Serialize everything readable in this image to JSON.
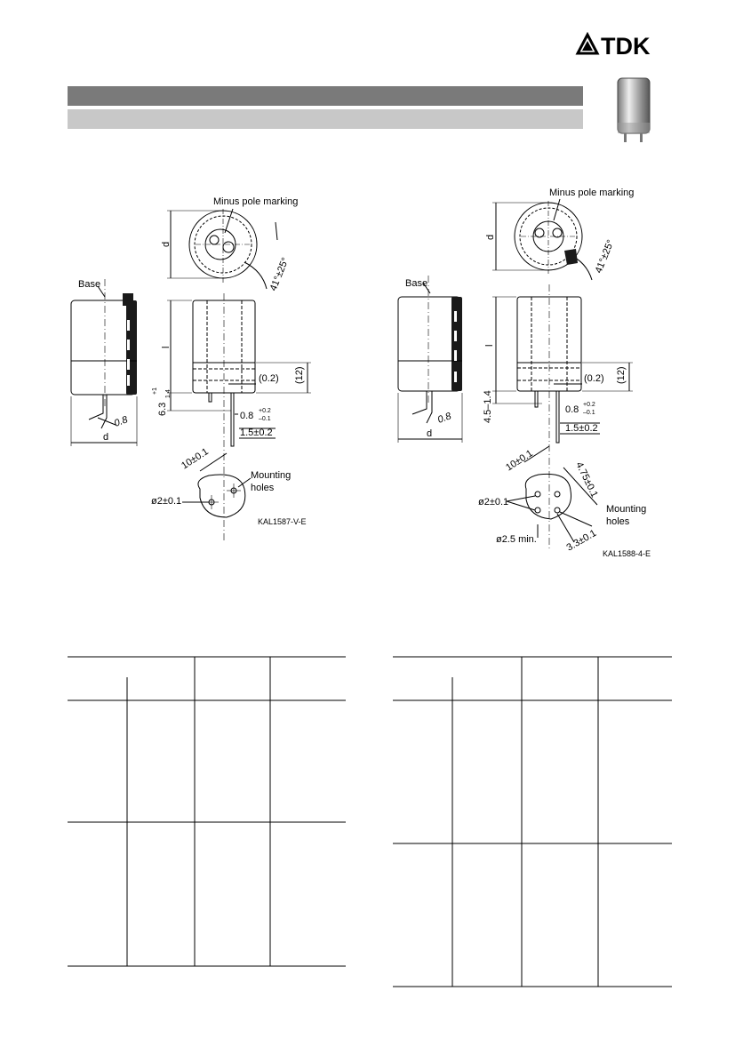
{
  "brand": {
    "name": "TDK"
  },
  "drawing_left": {
    "minus_pole": "Minus pole marking",
    "base": "Base",
    "d_top": "d",
    "d_bottom": "d",
    "l": "l",
    "angle": "41°±25°",
    "gap": "(0.2)",
    "twelve": "(12)",
    "height": "6.3",
    "height_tol_plus": "+1",
    "height_tol_minus": "1.4",
    "pin_w": "0.8",
    "pin_tol_plus": "+0.2",
    "pin_tol_minus": "–0.1",
    "pin_off": "1.5±0.2",
    "lead": "0.8",
    "pitch": "10±0.1",
    "mounting": "Mounting",
    "holes": "holes",
    "hole_d": "ø2±0.1",
    "code": "KAL1587-V-E"
  },
  "drawing_right": {
    "minus_pole": "Minus pole marking",
    "base": "Base",
    "d_top": "d",
    "d_bottom": "d",
    "l": "l",
    "angle": "41°±25°",
    "gap": "(0.2)",
    "twelve": "(12)",
    "height": "4.5–1.4",
    "pin_w": "0.8",
    "pin_tol_plus": "+0.2",
    "pin_tol_minus": "–0.1",
    "pin_off": "1.5±0.2",
    "lead": "0.8",
    "pitch": "10±0.1",
    "pitch2": "4.75±0.1",
    "hole_d": "ø2±0.1",
    "hole_min": "ø2.5 min.",
    "mounting": "Mounting",
    "holes": "holes",
    "pitch3": "3.3±0.1",
    "code": "KAL1588-4-E"
  },
  "colors": {
    "bar_dark": "#7a7a7a",
    "bar_light": "#c8c8c8",
    "sleeve": "#1a1a1a"
  }
}
